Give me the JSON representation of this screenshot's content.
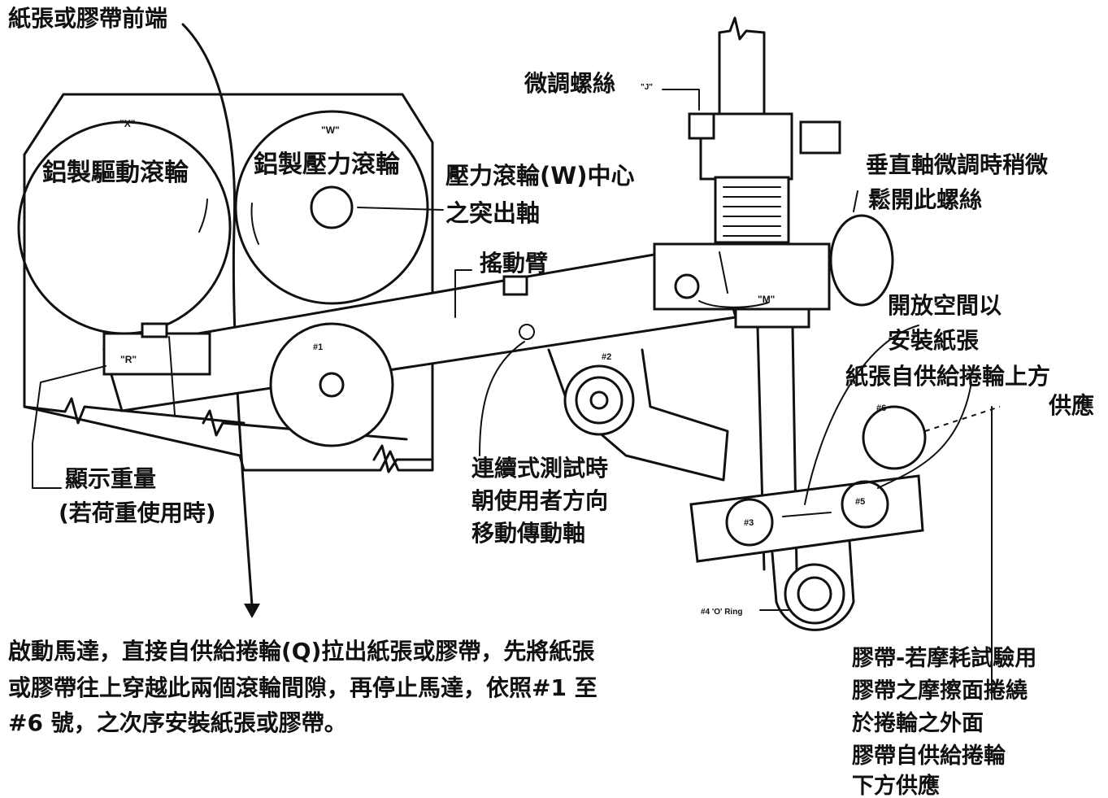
{
  "labels": {
    "paper_tape_front": "紙張或膠帶前端",
    "roller_x_tag": "\"X\"",
    "roller_w_tag": "\"W\"",
    "drive_roller": "鋁製驅動滾輪",
    "pressure_roller": "鋁製壓力滾輪",
    "pressure_center_line1": "壓力滾輪(W)中心",
    "pressure_center_line2": "之突出軸",
    "fine_screw": "微調螺絲",
    "fine_screw_tag": "\"J\"",
    "vertical_adjust_line1": "垂直軸微調時稍微",
    "vertical_adjust_line2": "鬆開此螺絲",
    "rocker_arm": "搖動臂",
    "open_space_line1": "開放空間以",
    "open_space_line2": "安裝紙張",
    "supply_top_line1": "紙張自供給捲輪上方",
    "supply_top_line2": "供應",
    "tag_r": "\"R\"",
    "tag_m": "\"M\"",
    "tag_1": "#1",
    "tag_2": "#2",
    "tag_3": "#3",
    "tag_5": "#5",
    "tag_6": "#6",
    "oring": "#4 'O' Ring",
    "display_weight_line1": "顯示重量",
    "display_weight_line2": "(若荷重使用時)",
    "continuous_line1": "連續式測試時",
    "continuous_line2": "朝使用者方向",
    "continuous_line3": "移動傳動軸",
    "instruction_line1": "啟動馬達，直接自供給捲輪(Q)拉出紙張或膠帶，先將紙張",
    "instruction_line2": "或膠帶往上穿越此兩個滾輪間隙，再停止馬達，依照#1  至",
    "instruction_line3": "#6  號，之次序安裝紙張或膠帶。",
    "tape_line1": "膠帶-若摩耗試驗用",
    "tape_line2": "膠帶之摩擦面捲繞",
    "tape_line3": "於捲輪之外面",
    "tape_line4": "膠帶自供給捲輪",
    "tape_line5": "下方供應"
  }
}
